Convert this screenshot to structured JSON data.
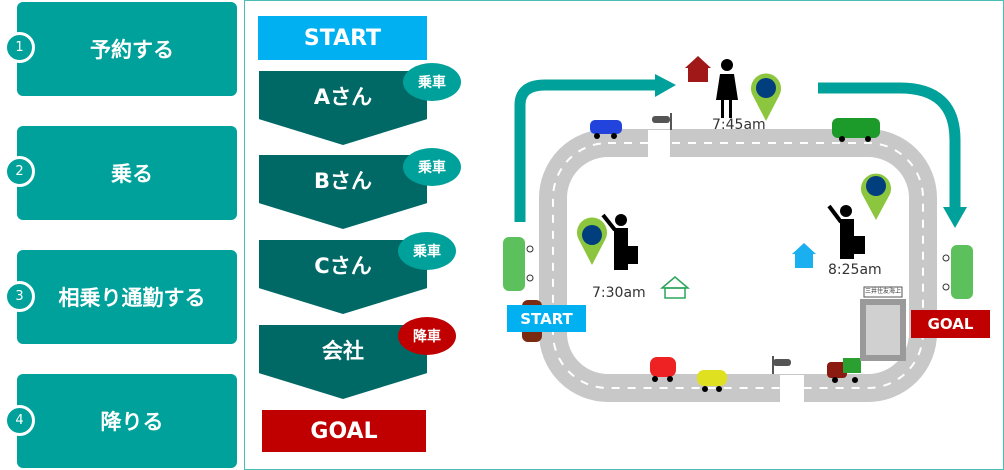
{
  "steps": [
    {
      "num": "1",
      "label": "予約する"
    },
    {
      "num": "2",
      "label": "乗る"
    },
    {
      "num": "3",
      "label": "相乗り通勤する"
    },
    {
      "num": "4",
      "label": "降りる"
    }
  ],
  "flow": {
    "start": "START",
    "stops": [
      {
        "label": "Aさん",
        "badge": "乗車",
        "badge_color": "#00a19a"
      },
      {
        "label": "Bさん",
        "badge": "乗車",
        "badge_color": "#00a19a"
      },
      {
        "label": "Cさん",
        "badge": "乗車",
        "badge_color": "#00a19a"
      },
      {
        "label": "会社",
        "badge": "降車",
        "badge_color": "#c00000"
      }
    ],
    "goal": "GOAL"
  },
  "map": {
    "start": "START",
    "goal": "GOAL",
    "times": [
      "7:30am",
      "7:45am",
      "8:25am"
    ],
    "building_sign": "三井住友海上"
  },
  "colors": {
    "teal": "#00a19a",
    "dark_teal": "#006966",
    "start_blue": "#00b0f0",
    "goal_red": "#c00000"
  }
}
